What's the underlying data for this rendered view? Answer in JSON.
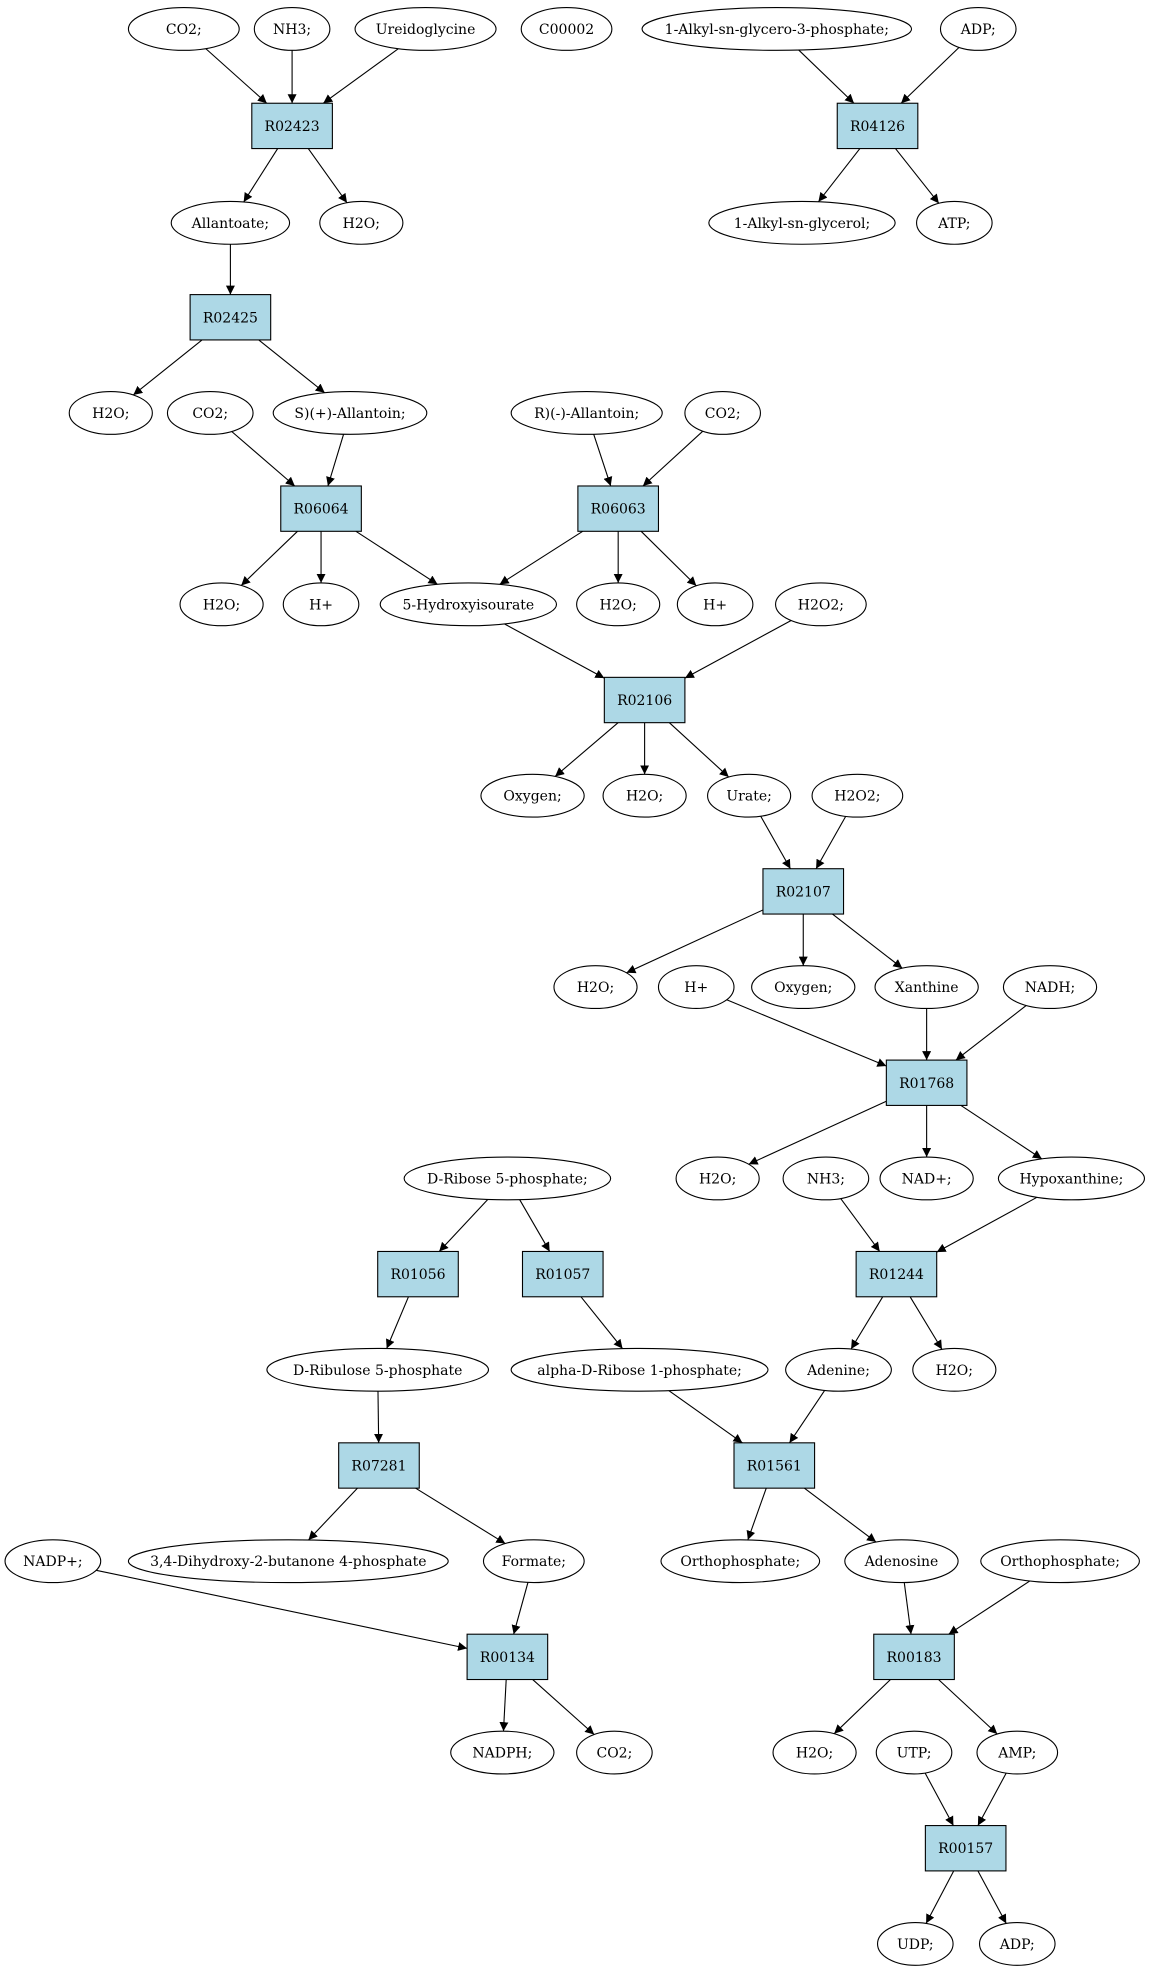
{
  "colors": {
    "reaction_fill": "#add8e6",
    "compound_fill": "#ffffff",
    "highlight_query": "#ffff00",
    "highlight_start": "#00ff00",
    "stroke": "#000000"
  },
  "nodes": {
    "co2_a": {
      "label": "CO2;",
      "shape": "ellipse"
    },
    "nh3_a": {
      "label": "NH3;",
      "shape": "ellipse"
    },
    "ureidoglycine": {
      "label": "Ureidoglycine",
      "shape": "ellipse"
    },
    "c00002": {
      "label": "C00002",
      "shape": "ellipse",
      "fill": "#ffff00"
    },
    "alkyl_gp": {
      "label": "1-Alkyl-sn-glycero-3-phosphate;",
      "shape": "ellipse"
    },
    "adp_a": {
      "label": "ADP;",
      "shape": "ellipse"
    },
    "r02423": {
      "label": "R02423",
      "shape": "box"
    },
    "r04126": {
      "label": "R04126",
      "shape": "box"
    },
    "allantoate": {
      "label": "Allantoate;",
      "shape": "ellipse"
    },
    "h2o_a": {
      "label": "H2O;",
      "shape": "ellipse"
    },
    "alkyl_g": {
      "label": "1-Alkyl-sn-glycerol;",
      "shape": "ellipse"
    },
    "atp": {
      "label": "ATP;",
      "shape": "ellipse"
    },
    "r02425": {
      "label": "R02425",
      "shape": "box"
    },
    "h2o_b": {
      "label": "H2O;",
      "shape": "ellipse"
    },
    "co2_b": {
      "label": "CO2;",
      "shape": "ellipse"
    },
    "s_allantoin": {
      "label": "S)(+)-Allantoin;",
      "shape": "ellipse"
    },
    "r_allantoin": {
      "label": "R)(-)-Allantoin;",
      "shape": "ellipse"
    },
    "co2_c": {
      "label": "CO2;",
      "shape": "ellipse"
    },
    "r06064": {
      "label": "R06064",
      "shape": "box"
    },
    "r06063": {
      "label": "R06063",
      "shape": "box"
    },
    "h2o_c": {
      "label": "H2O;",
      "shape": "ellipse"
    },
    "hplus_a": {
      "label": "H+",
      "shape": "ellipse"
    },
    "hydroxyisourate": {
      "label": "5-Hydroxyisourate",
      "shape": "ellipse"
    },
    "h2o_d": {
      "label": "H2O;",
      "shape": "ellipse"
    },
    "hplus_b": {
      "label": "H+",
      "shape": "ellipse"
    },
    "h2o2_a": {
      "label": "H2O2;",
      "shape": "ellipse"
    },
    "r02106": {
      "label": "R02106",
      "shape": "box"
    },
    "oxygen_a": {
      "label": "Oxygen;",
      "shape": "ellipse"
    },
    "h2o_e": {
      "label": "H2O;",
      "shape": "ellipse"
    },
    "urate": {
      "label": "Urate;",
      "shape": "ellipse"
    },
    "h2o2_b": {
      "label": "H2O2;",
      "shape": "ellipse"
    },
    "r02107": {
      "label": "R02107",
      "shape": "box"
    },
    "h2o_f": {
      "label": "H2O;",
      "shape": "ellipse"
    },
    "hplus_c": {
      "label": "H+",
      "shape": "ellipse"
    },
    "oxygen_b": {
      "label": "Oxygen;",
      "shape": "ellipse"
    },
    "xanthine": {
      "label": "Xanthine",
      "shape": "ellipse"
    },
    "nadh": {
      "label": "NADH;",
      "shape": "ellipse"
    },
    "r01768": {
      "label": "R01768",
      "shape": "box"
    },
    "ribose5p": {
      "label": "D-Ribose 5-phosphate;",
      "shape": "ellipse",
      "fill": "#00ff00"
    },
    "h2o_g": {
      "label": "H2O;",
      "shape": "ellipse"
    },
    "nh3_b": {
      "label": "NH3;",
      "shape": "ellipse"
    },
    "nadplus_a": {
      "label": "NAD+;",
      "shape": "ellipse"
    },
    "hypoxanthine": {
      "label": "Hypoxanthine;",
      "shape": "ellipse"
    },
    "r01056": {
      "label": "R01056",
      "shape": "box"
    },
    "r01057": {
      "label": "R01057",
      "shape": "box"
    },
    "r01244": {
      "label": "R01244",
      "shape": "box"
    },
    "ribulose5p": {
      "label": "D-Ribulose 5-phosphate",
      "shape": "ellipse"
    },
    "ribose1p": {
      "label": "alpha-D-Ribose 1-phosphate;",
      "shape": "ellipse"
    },
    "adenine": {
      "label": "Adenine;",
      "shape": "ellipse"
    },
    "h2o_h": {
      "label": "H2O;",
      "shape": "ellipse"
    },
    "r07281": {
      "label": "R07281",
      "shape": "box"
    },
    "r01561": {
      "label": "R01561",
      "shape": "box"
    },
    "nadp": {
      "label": "NADP+;",
      "shape": "ellipse"
    },
    "dihydroxybutanone": {
      "label": "3,4-Dihydroxy-2-butanone 4-phosphate",
      "shape": "ellipse"
    },
    "formate": {
      "label": "Formate;",
      "shape": "ellipse"
    },
    "ortho_a": {
      "label": "Orthophosphate;",
      "shape": "ellipse"
    },
    "adenosine": {
      "label": "Adenosine",
      "shape": "ellipse"
    },
    "ortho_b": {
      "label": "Orthophosphate;",
      "shape": "ellipse"
    },
    "r00134": {
      "label": "R00134",
      "shape": "box"
    },
    "r00183": {
      "label": "R00183",
      "shape": "box"
    },
    "nadph": {
      "label": "NADPH;",
      "shape": "ellipse"
    },
    "co2_d": {
      "label": "CO2;",
      "shape": "ellipse"
    },
    "h2o_i": {
      "label": "H2O;",
      "shape": "ellipse"
    },
    "utp": {
      "label": "UTP;",
      "shape": "ellipse"
    },
    "amp": {
      "label": "AMP;",
      "shape": "ellipse"
    },
    "r00157": {
      "label": "R00157",
      "shape": "box"
    },
    "udp": {
      "label": "UDP;",
      "shape": "ellipse"
    },
    "adp_b": {
      "label": "ADP;",
      "shape": "ellipse"
    }
  },
  "edges": [
    [
      "co2_a",
      "r02423"
    ],
    [
      "nh3_a",
      "r02423"
    ],
    [
      "ureidoglycine",
      "r02423"
    ],
    [
      "r02423",
      "allantoate"
    ],
    [
      "r02423",
      "h2o_a"
    ],
    [
      "alkyl_gp",
      "r04126"
    ],
    [
      "adp_a",
      "r04126"
    ],
    [
      "r04126",
      "alkyl_g"
    ],
    [
      "r04126",
      "atp"
    ],
    [
      "allantoate",
      "r02425"
    ],
    [
      "r02425",
      "h2o_b"
    ],
    [
      "r02425",
      "s_allantoin"
    ],
    [
      "co2_b",
      "r06064"
    ],
    [
      "s_allantoin",
      "r06064"
    ],
    [
      "r06064",
      "h2o_c"
    ],
    [
      "r06064",
      "hplus_a"
    ],
    [
      "r06064",
      "hydroxyisourate"
    ],
    [
      "r_allantoin",
      "r06063"
    ],
    [
      "co2_c",
      "r06063"
    ],
    [
      "r06063",
      "hydroxyisourate"
    ],
    [
      "r06063",
      "h2o_d"
    ],
    [
      "r06063",
      "hplus_b"
    ],
    [
      "hydroxyisourate",
      "r02106"
    ],
    [
      "h2o2_a",
      "r02106"
    ],
    [
      "r02106",
      "oxygen_a"
    ],
    [
      "r02106",
      "h2o_e"
    ],
    [
      "r02106",
      "urate"
    ],
    [
      "urate",
      "r02107"
    ],
    [
      "h2o2_b",
      "r02107"
    ],
    [
      "r02107",
      "h2o_f"
    ],
    [
      "r02107",
      "oxygen_b"
    ],
    [
      "r02107",
      "xanthine"
    ],
    [
      "hplus_c",
      "r01768"
    ],
    [
      "xanthine",
      "r01768"
    ],
    [
      "nadh",
      "r01768"
    ],
    [
      "r01768",
      "h2o_g"
    ],
    [
      "r01768",
      "nadplus_a"
    ],
    [
      "r01768",
      "hypoxanthine"
    ],
    [
      "nh3_b",
      "r01244"
    ],
    [
      "hypoxanthine",
      "r01244"
    ],
    [
      "r01244",
      "adenine"
    ],
    [
      "r01244",
      "h2o_h"
    ],
    [
      "ribose5p",
      "r01056"
    ],
    [
      "ribose5p",
      "r01057"
    ],
    [
      "r01056",
      "ribulose5p"
    ],
    [
      "r01057",
      "ribose1p"
    ],
    [
      "ribulose5p",
      "r07281"
    ],
    [
      "r07281",
      "dihydroxybutanone"
    ],
    [
      "r07281",
      "formate"
    ],
    [
      "ribose1p",
      "r01561"
    ],
    [
      "adenine",
      "r01561"
    ],
    [
      "r01561",
      "ortho_a"
    ],
    [
      "r01561",
      "adenosine"
    ],
    [
      "nadp",
      "r00134"
    ],
    [
      "formate",
      "r00134"
    ],
    [
      "r00134",
      "nadph"
    ],
    [
      "r00134",
      "co2_d"
    ],
    [
      "adenosine",
      "r00183"
    ],
    [
      "ortho_b",
      "r00183"
    ],
    [
      "r00183",
      "h2o_i"
    ],
    [
      "r00183",
      "amp"
    ],
    [
      "utp",
      "r00157"
    ],
    [
      "amp",
      "r00157"
    ],
    [
      "r00157",
      "udp"
    ],
    [
      "r00157",
      "adp_b"
    ]
  ]
}
